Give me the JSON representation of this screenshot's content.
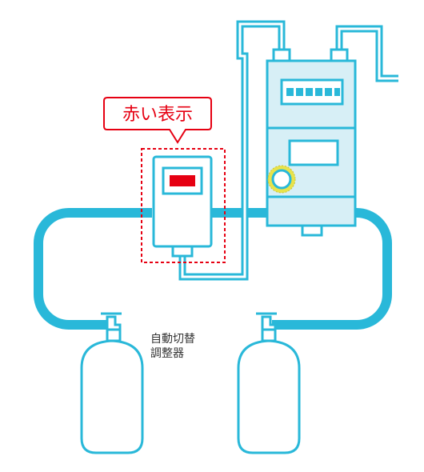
{
  "callout": {
    "label": "赤い表示"
  },
  "regulator_label": {
    "line1": "自動切替",
    "line2": "調整器"
  },
  "colors": {
    "pipe": "#29b8d9",
    "outline": "#29b8d9",
    "fill": "#ffffff",
    "meter_body": "#d7eff6",
    "highlight": "#e60012",
    "indicator_ring": "#e8e34a",
    "display_cell": "#29b8d9"
  }
}
